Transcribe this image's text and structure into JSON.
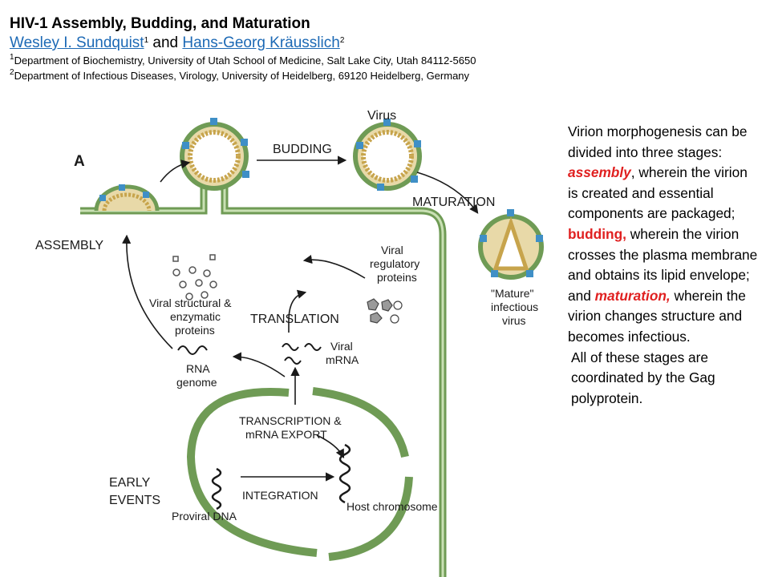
{
  "header": {
    "title": "HIV-1 Assembly, Budding, and Maturation",
    "author1": "Wesley I. Sundquist",
    "author1_sup": "1",
    "and_text": " and ",
    "author2": "Hans-Georg Kräusslich",
    "author2_sup": "2",
    "aff1_sup": "1",
    "aff1": "Department of Biochemistry, University of Utah School of Medicine, Salt Lake City, Utah 84112-5650",
    "aff2_sup": "2",
    "aff2": "Department of Infectious Diseases, Virology, University of Heidelberg, 69120 Heidelberg, Germany"
  },
  "figure": {
    "panel_label": "A",
    "budding": "BUDDING",
    "virus": "Virus",
    "maturation": "MATURATION",
    "mature_line1": "\"Mature\"",
    "mature_line2": "infectious",
    "mature_line3": "virus",
    "assembly": "ASSEMBLY",
    "viral_reg_line1": "Viral",
    "viral_reg_line2": "regulatory",
    "viral_reg_line3": "proteins",
    "viral_struct_line1": "Viral structural &",
    "viral_struct_line2": "enzymatic",
    "viral_struct_line3": "proteins",
    "translation": "TRANSLATION",
    "viral_mrna_line1": "Viral",
    "viral_mrna_line2": "mRNA",
    "rna_line1": "RNA",
    "rna_line2": "genome",
    "transcription_line1": "TRANSCRIPTION &",
    "transcription_line2": "mRNA EXPORT",
    "early_line1": "EARLY",
    "early_line2": "EVENTS",
    "integration": "INTEGRATION",
    "host_chromosome": "Host chromosome",
    "proviral_dna": "Proviral DNA",
    "colors": {
      "membrane": "#6f9b55",
      "membrane_fill": "#a8c98c",
      "gag": "#c7a44c",
      "envelope_protein": "#3f8fc6",
      "arrow": "#1a1a1a"
    }
  },
  "side": {
    "intro": "Virion morphogenesis can be divided into three stages: ",
    "assembly_word": "assembly",
    "assembly_text": ", wherein the virion is created and essential components are packaged; ",
    "budding_word": "budding,",
    "budding_text": " wherein the virion crosses the plasma membrane and obtains its lipid envelope;",
    "and_text": "and ",
    "maturation_word": "maturation,",
    "maturation_text": " wherein the virion changes structure and becomes infectious.",
    "gag_text": "All of these stages are coordinated by the Gag polyprotein."
  }
}
